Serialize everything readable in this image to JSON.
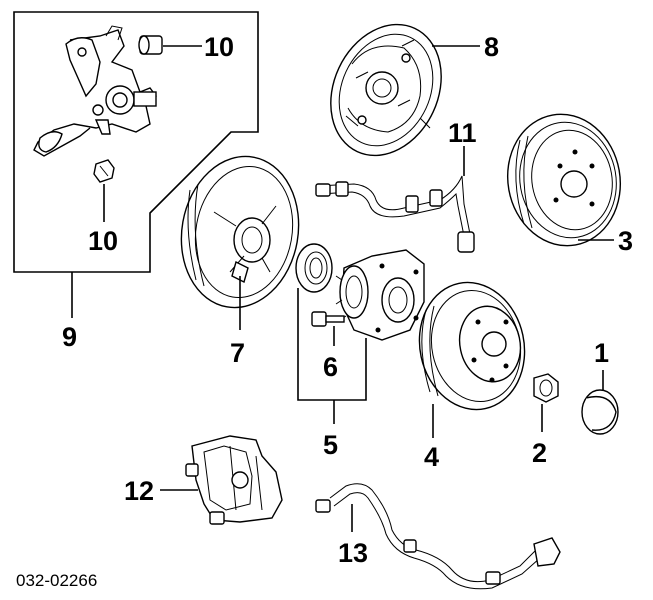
{
  "callouts": {
    "c1": "1",
    "c2": "2",
    "c3": "3",
    "c4": "4",
    "c5": "5",
    "c6": "6",
    "c7": "7",
    "c8": "8",
    "c9": "9",
    "c10a": "10",
    "c10b": "10",
    "c11": "11",
    "c12": "12",
    "c13": "13"
  },
  "diagram_code": "032-02266",
  "icons": {
    "knuckle": "rear-knuckle-icon",
    "backing_plate": "backing-plate-icon",
    "drum": "brake-drum-icon",
    "splash_shield": "splash-shield-icon",
    "seal": "oil-seal-icon",
    "hub": "hub-bearing-icon",
    "bolt": "hub-bolt-icon",
    "disc": "brake-disc-icon",
    "nut": "spindle-nut-icon",
    "cap": "hub-cap-icon",
    "hose": "brake-hose-icon",
    "caliper": "caliper-icon",
    "sensor": "wheel-speed-sensor-icon"
  }
}
